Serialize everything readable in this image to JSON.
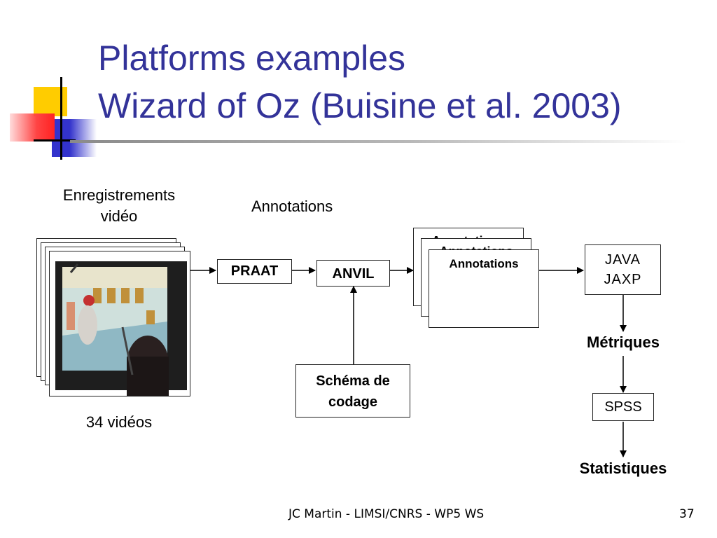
{
  "slide": {
    "title_line1": "Platforms examples",
    "title_line2": "Wizard of Oz (Buisine et al. 2003)",
    "footer_text": "JC Martin - LIMSI/CNRS - WP5 WS",
    "page_number": "37"
  },
  "diagram": {
    "video_label_line1": "Enregistrements",
    "video_label_line2": "vidéo",
    "annotations_header": "Annotations",
    "video_count": "34 vidéos",
    "praat": "PRAAT",
    "anvil": "ANVIL",
    "schema_line1": "Schéma de",
    "schema_line2": "codage",
    "stack_back_label": "Annotations",
    "stack_mid_label": "Annotations",
    "stack_front_label": "Annotations",
    "java_line1": "JAVA",
    "java_line2": "JAXP",
    "metriques": "Métriques",
    "spss": "SPSS",
    "statistiques": "Statistiques"
  },
  "colors": {
    "title": "#333399",
    "logo_yellow": "#ffcc00",
    "logo_blue": "#3333cc",
    "logo_red": "#ff3333"
  }
}
